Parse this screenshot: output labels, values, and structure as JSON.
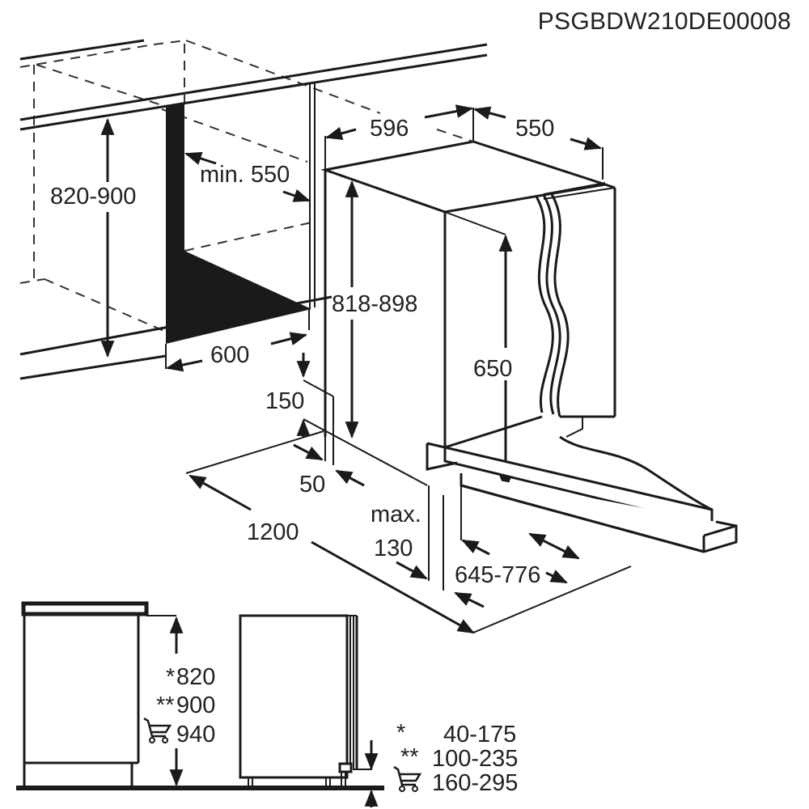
{
  "document_code": "PSGBDW210DE00008",
  "colors": {
    "line": "#1a1a1a",
    "background": "#ffffff",
    "niche_fill": "#1a1a1a"
  },
  "niche": {
    "height": "820-900",
    "depth": "min. 550",
    "width": "600"
  },
  "appliance": {
    "width": "596",
    "depth": "550",
    "height": "818-898",
    "door_panel_height": "650",
    "plinth_height": "150",
    "plinth_depth": "50",
    "door_clearance_label": "max.",
    "door_clearance_value": "130",
    "door_opening_depth": "645-776",
    "total_door_open_depth": "1200"
  },
  "side_views": {
    "left": {
      "heights": [
        {
          "marker": "*",
          "value": "820"
        },
        {
          "marker": "**",
          "value": "900"
        },
        {
          "marker": "cart-icon",
          "value": "940"
        }
      ]
    },
    "right": {
      "plinth_ranges": [
        {
          "marker": "*",
          "value": "40-175"
        },
        {
          "marker": "**",
          "value": "100-235"
        },
        {
          "marker": "cart-icon",
          "value": "160-295"
        }
      ]
    }
  }
}
